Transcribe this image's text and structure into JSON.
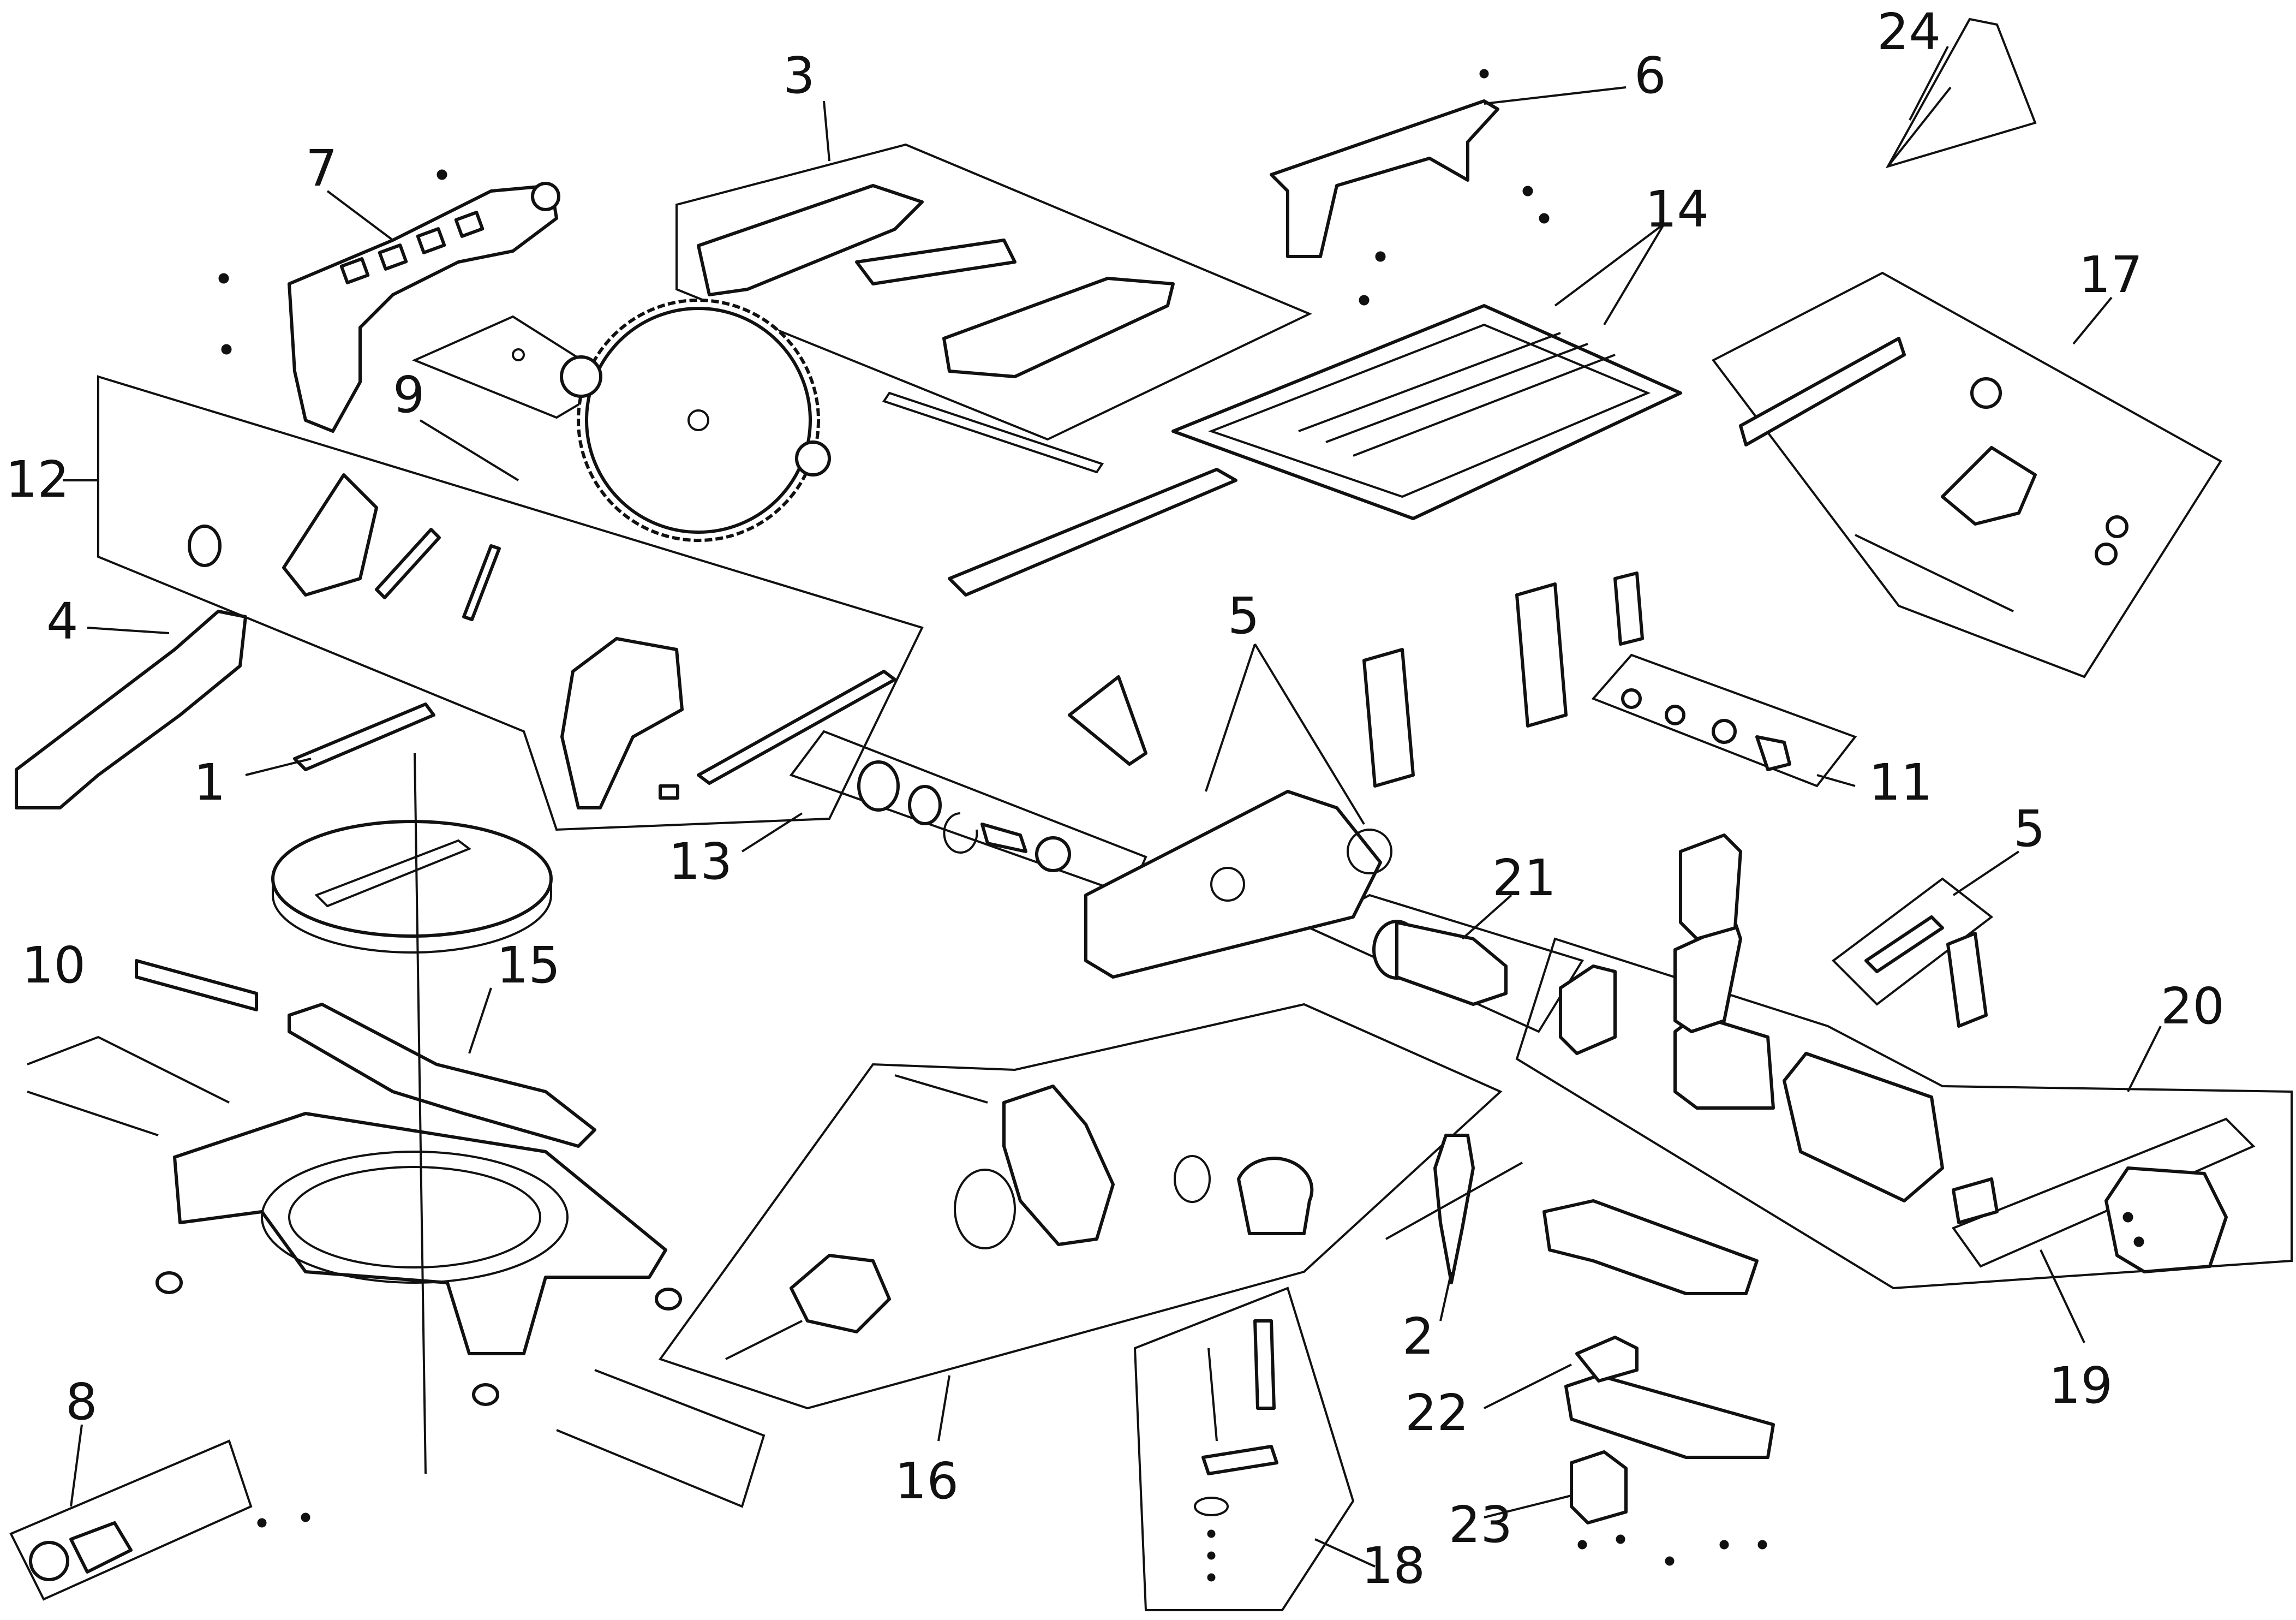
{
  "callouts": {
    "c1": "1",
    "c2": "2",
    "c3": "3",
    "c4": "4",
    "c5a": "5",
    "c5b": "5",
    "c6": "6",
    "c7": "7",
    "c8": "8",
    "c9": "9",
    "c10": "10",
    "c11": "11",
    "c12": "12",
    "c13": "13",
    "c14": "14",
    "c15": "15",
    "c16": "16",
    "c17": "17",
    "c18": "18",
    "c19": "19",
    "c20": "20",
    "c21": "21",
    "c22": "22",
    "c23": "23",
    "c24": "24"
  }
}
